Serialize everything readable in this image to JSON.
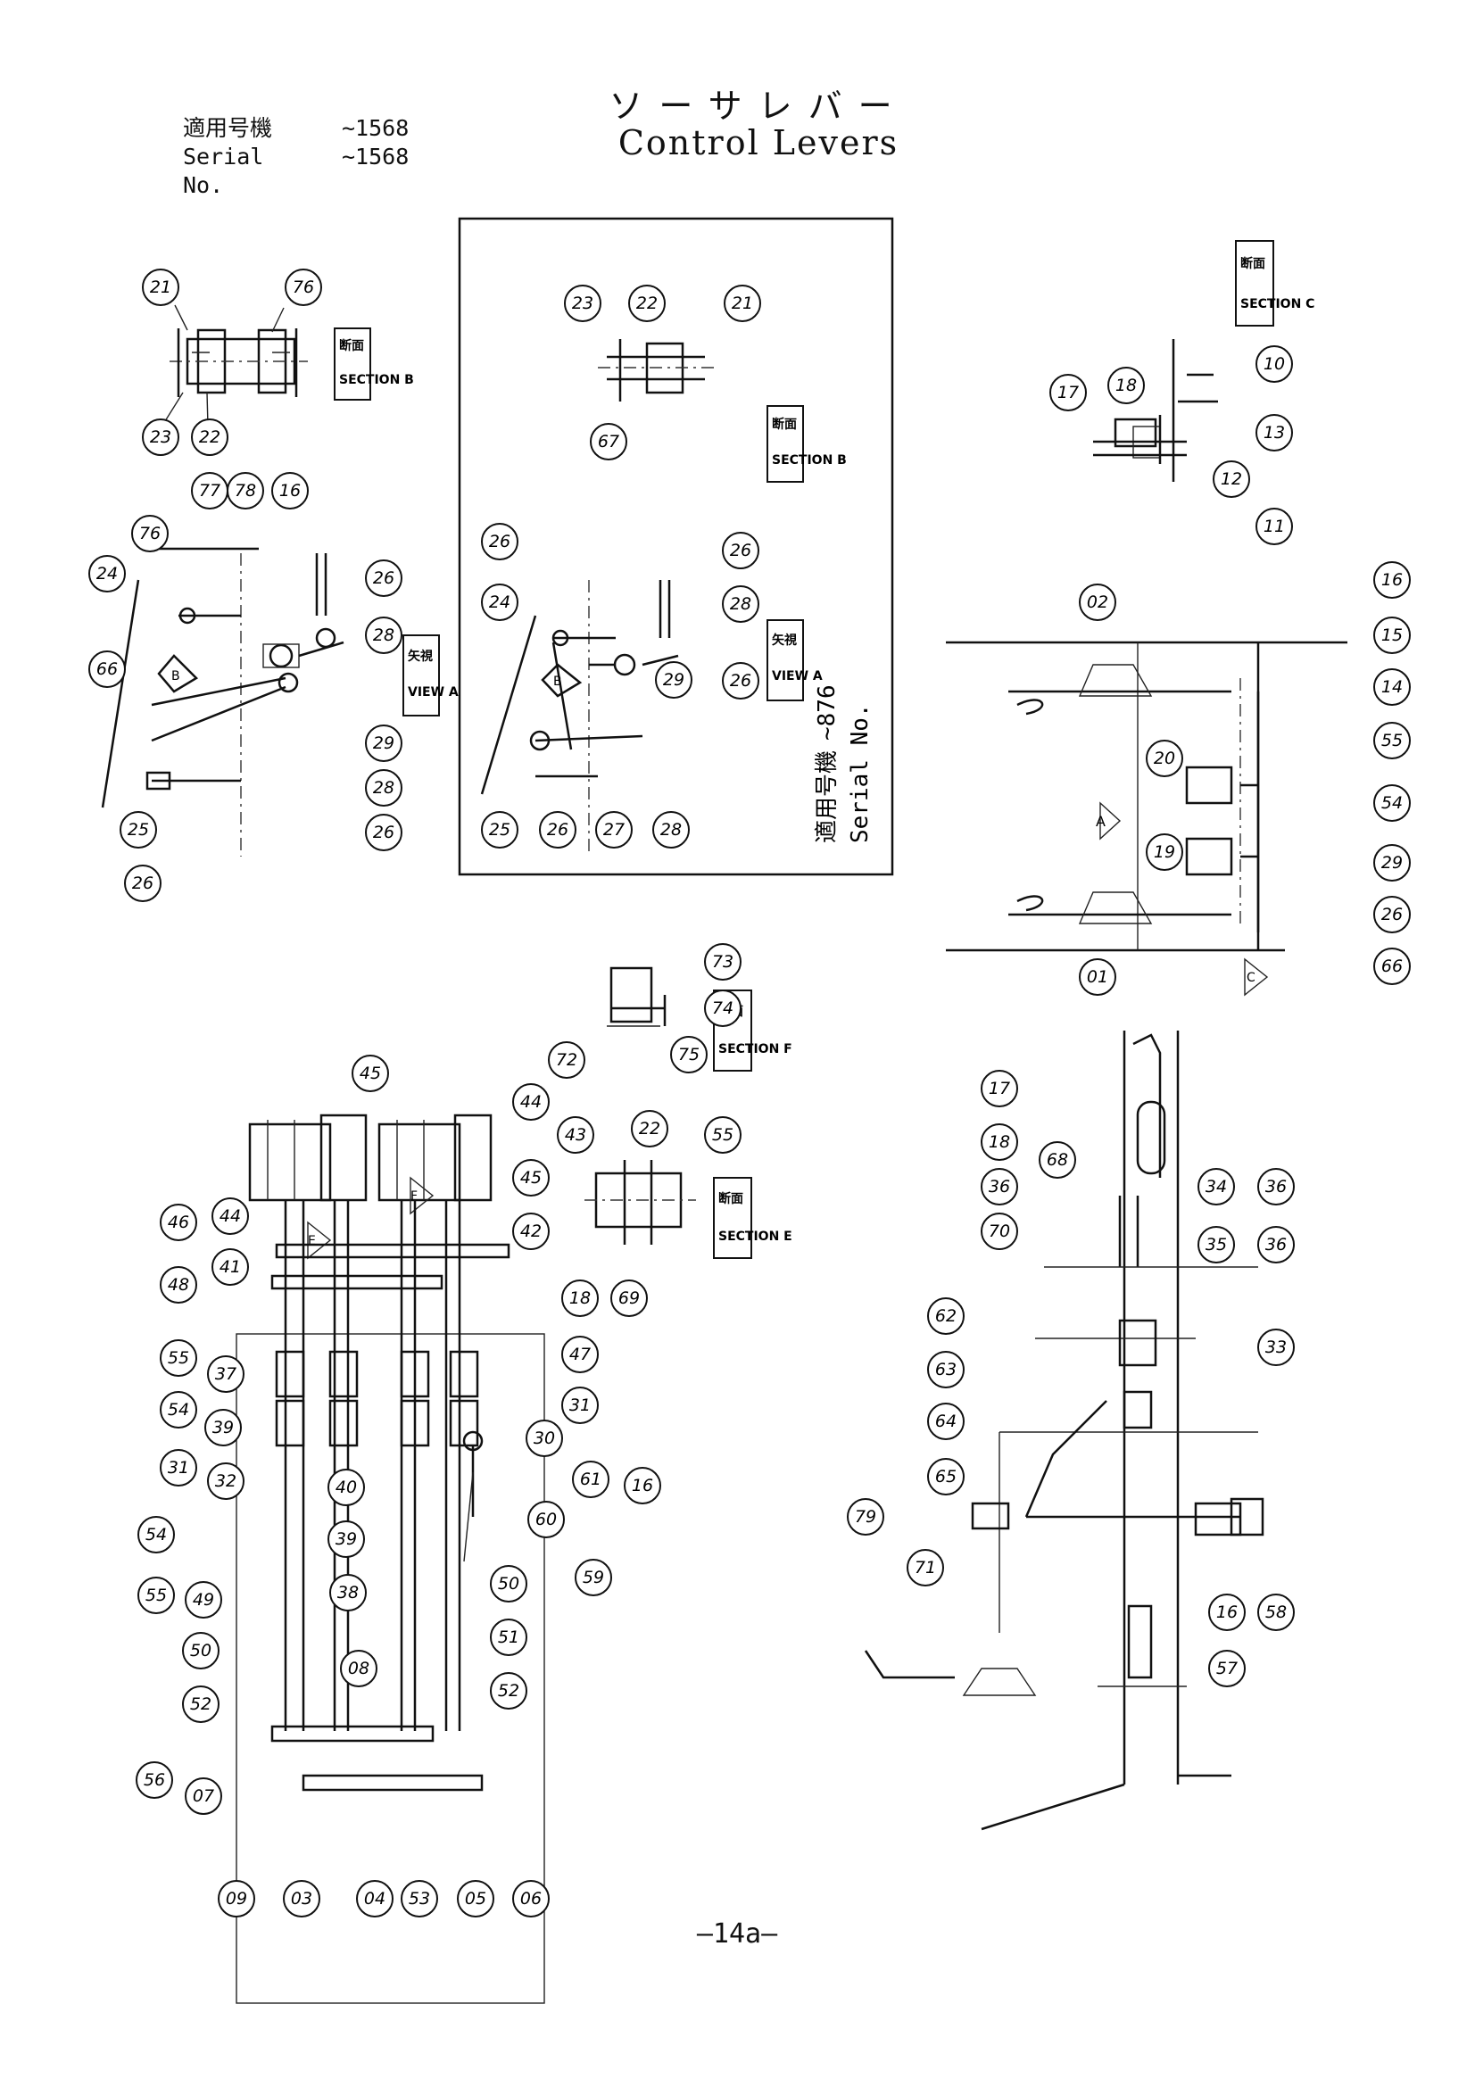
{
  "header": {
    "serial_jp_label": "適用号機",
    "serial_en_label": "Serial No.",
    "serial_value": "~1568",
    "title_jp": "ソーサレバー",
    "title_en": "Control Levers"
  },
  "page_number": "—14a—",
  "inset": {
    "serial_jp_label": "適用号機",
    "serial_value": "~876",
    "serial_en_label": "Serial No."
  },
  "section_labels": {
    "section_b_jp": "断面",
    "section_b_en": "SECTION B",
    "section_b2_jp": "断面",
    "section_b2_en": "SECTION B",
    "section_c_jp": "断面",
    "section_c_en": "SECTION C",
    "section_e_jp": "断面",
    "section_e_en": "SECTION E",
    "section_f_jp": "断面",
    "section_f_en": "SECTION F",
    "view_a_jp": "矢視",
    "view_a_en": "VIEW A",
    "view_a2_jp": "矢視",
    "view_a2_en": "VIEW A"
  },
  "markers": {
    "a": "A",
    "b": "B",
    "c": "C",
    "e": "E",
    "f": "F"
  },
  "callouts": {
    "sb_21": "21",
    "sb_76": "76",
    "sb_23": "23",
    "sb_22": "22",
    "va_77": "77",
    "va_78": "78",
    "va_16": "16",
    "va_76": "76",
    "va_24": "24",
    "va_26a": "26",
    "va_66": "66",
    "va_26b": "26",
    "va_28a": "28",
    "va_29": "29",
    "va_28b": "28",
    "va_26c": "26",
    "va_25": "25",
    "va_26d": "26",
    "in_23": "23",
    "in_22": "22",
    "in_21": "21",
    "in_67": "67",
    "in_26a": "26",
    "in_24": "24",
    "in_26b": "26",
    "in_28a": "28",
    "in_29": "29",
    "in_26c": "26",
    "in_25": "25",
    "in_26d": "26",
    "in_27": "27",
    "in_28b": "28",
    "sc_17": "17",
    "sc_18": "18",
    "sc_10": "10",
    "sc_13": "13",
    "sc_12": "12",
    "sc_11": "11",
    "tr_02": "02",
    "tr_16": "16",
    "tr_15": "15",
    "tr_14": "14",
    "tr_55": "55",
    "tr_54": "54",
    "tr_20": "20",
    "tr_19": "19",
    "tr_29": "29",
    "tr_26": "26",
    "tr_66": "66",
    "tr_01": "01",
    "sf_73": "73",
    "sf_74": "74",
    "sf_75": "75",
    "sf_72": "72",
    "se_43": "43",
    "se_22": "22",
    "se_55": "55",
    "bl_45": "45",
    "bl_44a": "44",
    "bl_44b": "44",
    "bl_46": "46",
    "bl_41": "41",
    "bl_45b": "45",
    "bl_42": "42",
    "bl_48": "48",
    "bl_18": "18",
    "bl_69": "69",
    "bl_55a": "55",
    "bl_37": "37",
    "bl_47": "47",
    "bl_54a": "54",
    "bl_39a": "39",
    "bl_31a": "31",
    "bl_30": "30",
    "bl_31b": "31",
    "bl_32": "32",
    "bl_61": "61",
    "bl_16": "16",
    "bl_40": "40",
    "bl_60": "60",
    "bl_54b": "54",
    "bl_39b": "39",
    "bl_59": "59",
    "bl_38": "38",
    "bl_55b": "55",
    "bl_49": "49",
    "bl_50a": "50",
    "bl_50b": "50",
    "bl_51": "51",
    "bl_52a": "52",
    "bl_52b": "52",
    "bl_08": "08",
    "bl_56": "56",
    "bl_07": "07",
    "bl_09": "09",
    "bl_03": "03",
    "bl_04": "04",
    "bl_53": "53",
    "bl_05": "05",
    "bl_06": "06",
    "br_17": "17",
    "br_18": "18",
    "br_36a": "36",
    "br_68": "68",
    "br_34": "34",
    "br_36b": "36",
    "br_70": "70",
    "br_35": "35",
    "br_36c": "36",
    "br_62": "62",
    "br_63": "63",
    "br_33": "33",
    "br_64": "64",
    "br_65": "65",
    "br_79": "79",
    "br_71": "71",
    "br_16": "16",
    "br_58": "58",
    "br_57": "57"
  }
}
